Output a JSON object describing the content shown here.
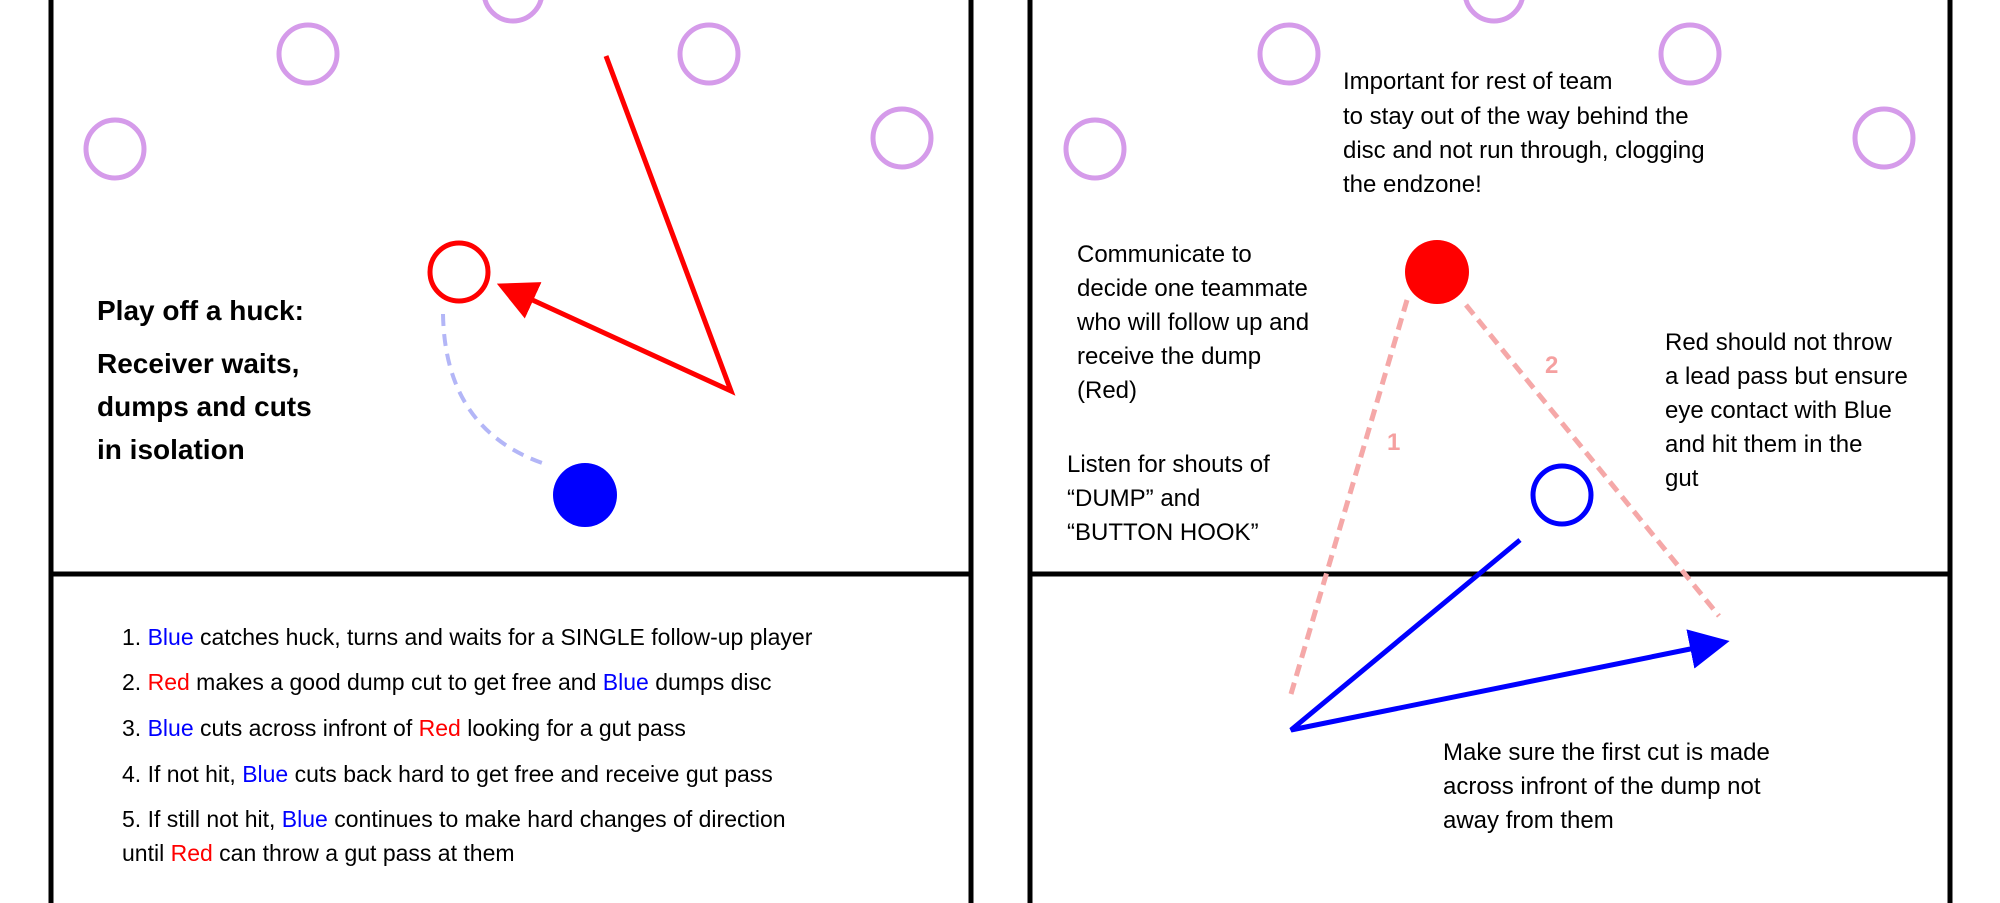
{
  "colors": {
    "red": "#ff0000",
    "blue": "#0000ff",
    "defender": "#d59bea",
    "dump_path": "#b3b6f7",
    "dashed_pass": "#f5a8a8"
  },
  "left_panel": {
    "title": "Play off a huck:",
    "subtitle_lines": [
      "Receiver waits,",
      "dumps and cuts",
      "in isolation"
    ],
    "steps": [
      {
        "n": "1. ",
        "a": "Blue",
        "b": " catches huck, turns and waits for a SINGLE follow-up player"
      },
      {
        "n": "2. ",
        "a": "Red",
        "b": " makes a good dump cut to get free and ",
        "c": "Blue",
        "d": " dumps disc"
      },
      {
        "n": "3. ",
        "a": "Blue",
        "b": " cuts across infront of ",
        "c": "Red",
        "d": " looking for a gut pass"
      },
      {
        "n": "4. If not hit, ",
        "a": "Blue",
        "b": " cuts back hard to get free and receive gut pass"
      },
      {
        "n": "5. If still not hit, ",
        "a": "Blue",
        "b": " continues to make hard changes of direction",
        "line2_pre": "until ",
        "line2_red": "Red",
        "line2_post": " can throw a gut pass at them"
      }
    ]
  },
  "right_panel": {
    "note_team": [
      "Important for rest of team",
      "to stay out of the way behind the",
      "disc and not run through, clogging",
      "the endzone!"
    ],
    "note_communicate": [
      "Communicate to",
      "decide one teammate",
      "who will follow up and",
      "receive the dump",
      "(Red)"
    ],
    "note_listen": [
      "Listen for shouts of",
      "“DUMP” and",
      "“BUTTON HOOK”"
    ],
    "note_red": [
      "Red should not throw",
      "a lead pass but ensure",
      "eye contact with Blue",
      "and hit them in the",
      "gut"
    ],
    "note_cut": [
      "Make sure the first cut is made",
      "across infront of the dump not",
      "away from them"
    ],
    "pass_labels": [
      "1",
      "2"
    ]
  }
}
